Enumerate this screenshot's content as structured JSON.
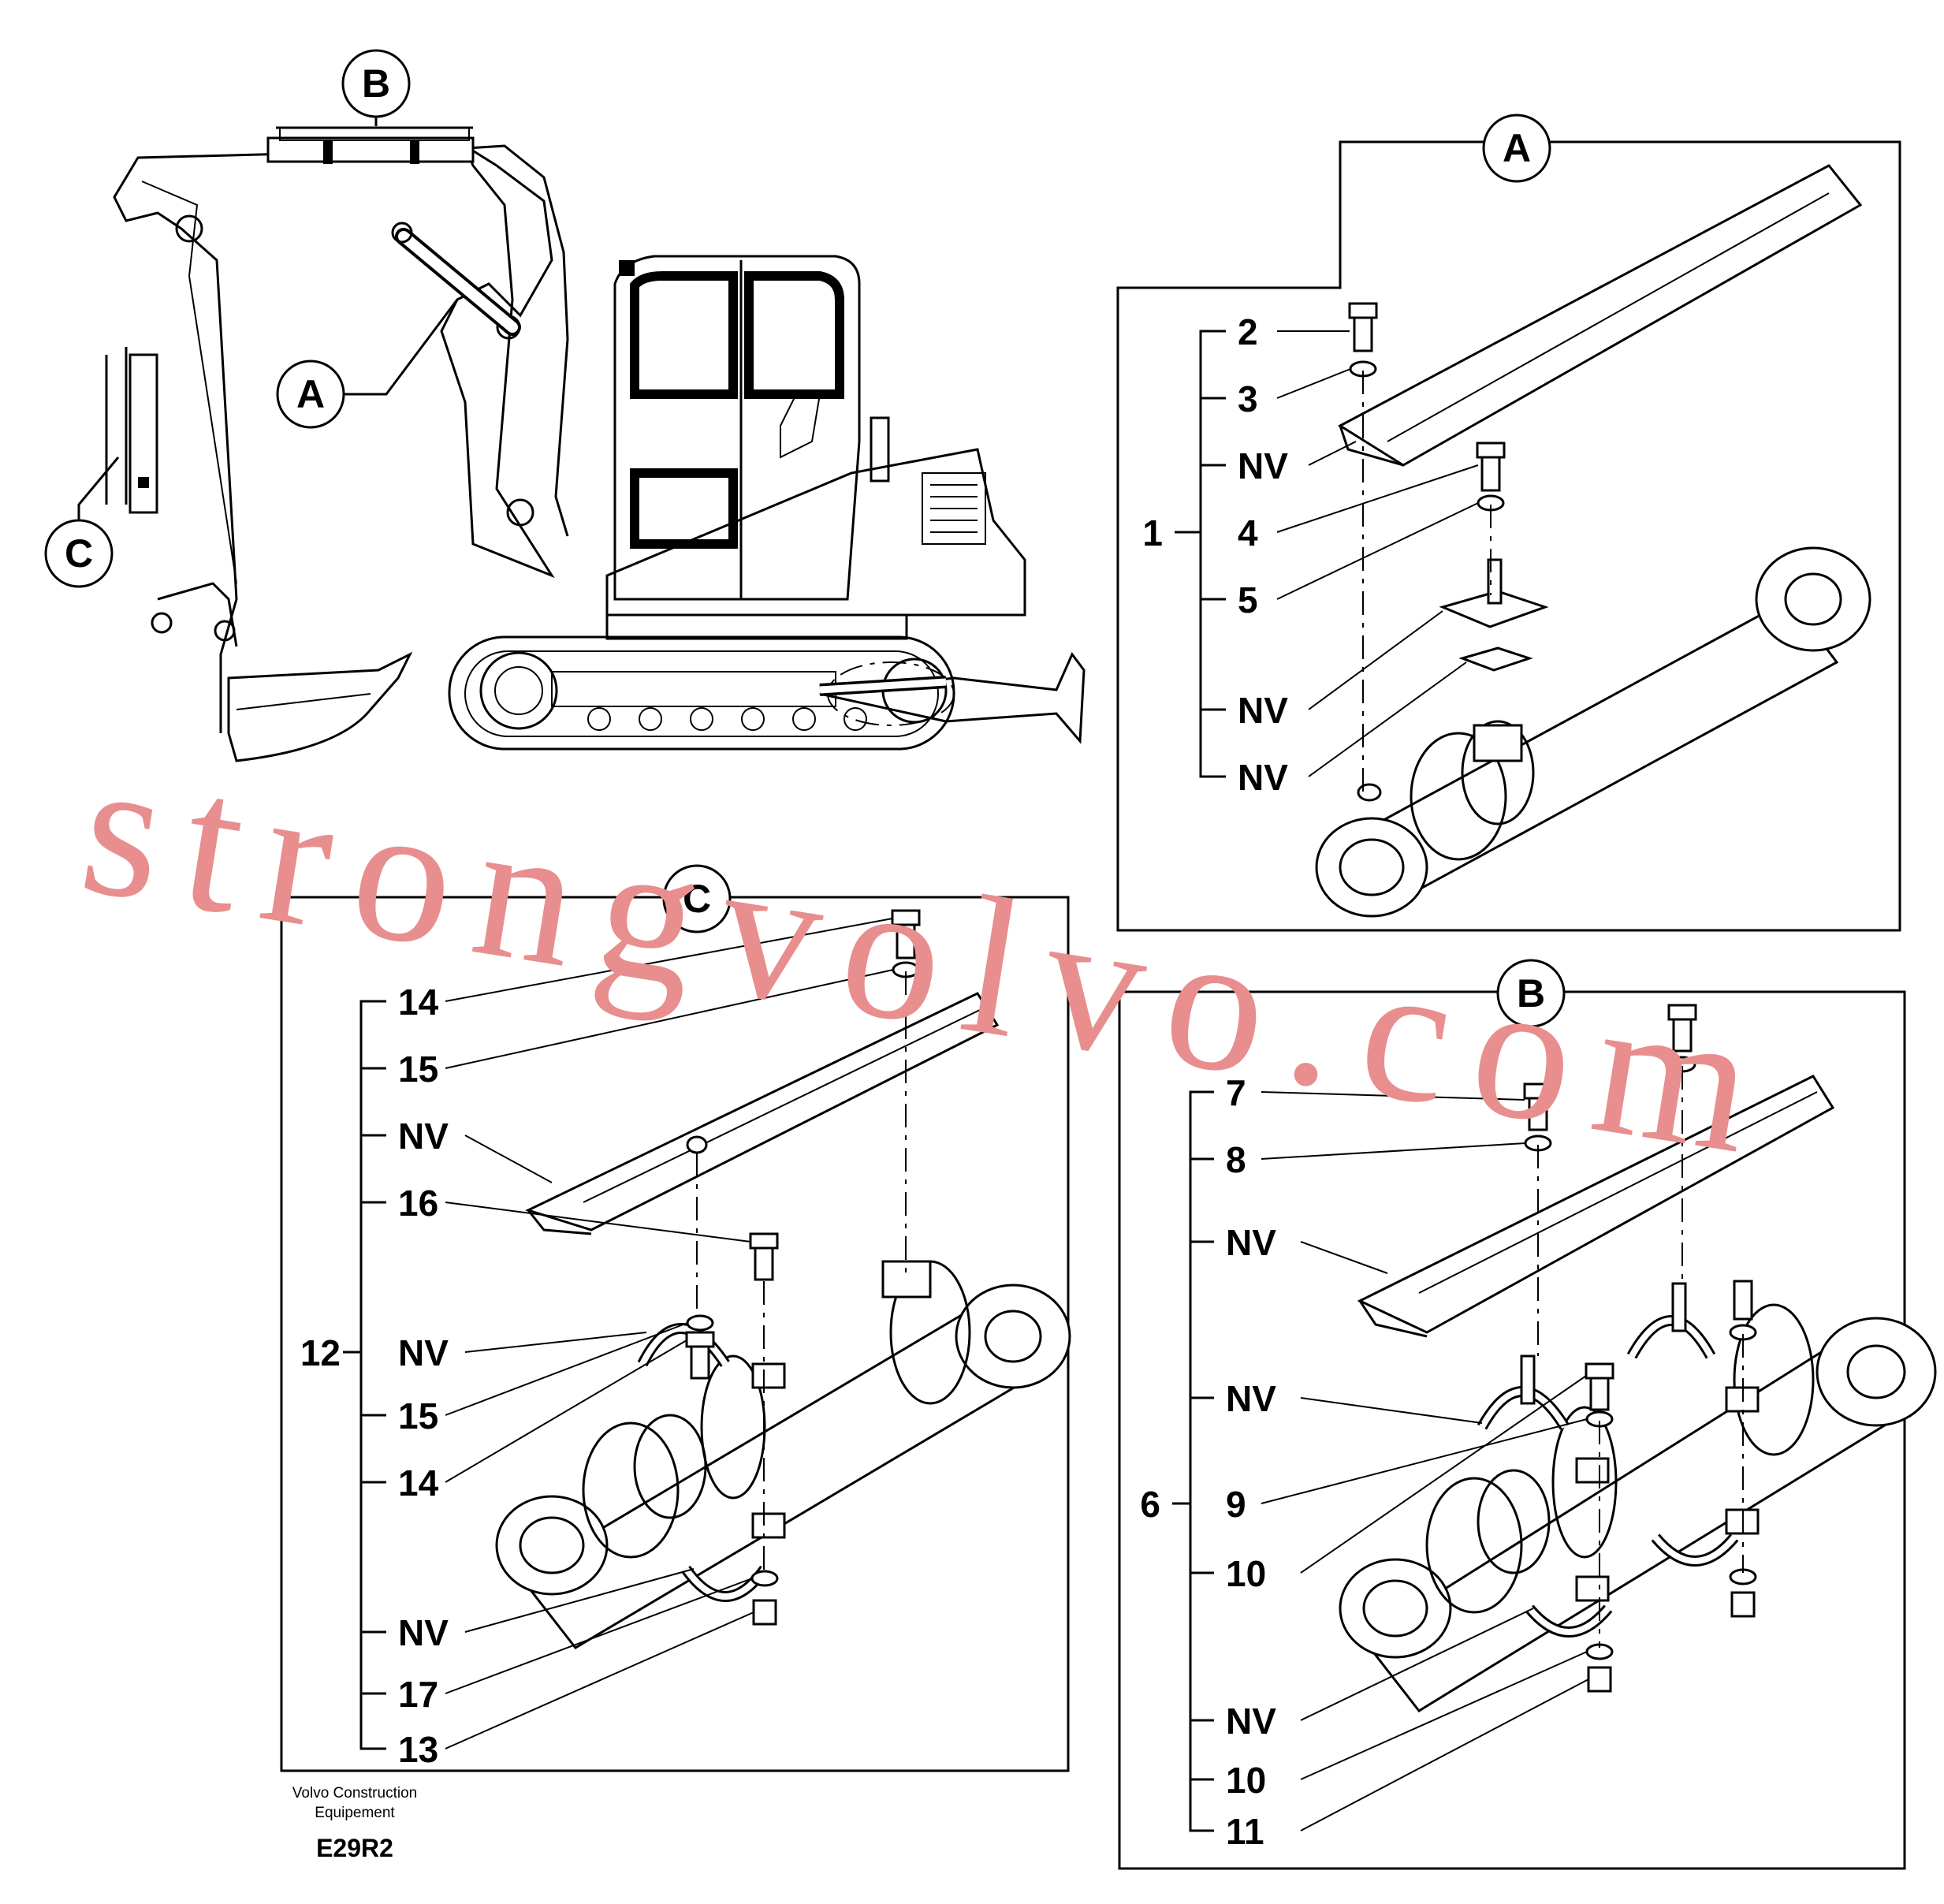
{
  "overview": {
    "views": [
      "B",
      "A",
      "C"
    ]
  },
  "panel_a": {
    "label": "A",
    "group": "1",
    "items": [
      "2",
      "3",
      "NV",
      "4",
      "5",
      "NV",
      "NV"
    ]
  },
  "panel_c": {
    "label": "C",
    "group": "12",
    "items": [
      "14",
      "15",
      "NV",
      "16",
      "NV",
      "15",
      "14",
      "NV",
      "17",
      "13"
    ]
  },
  "panel_b": {
    "label": "B",
    "group": "6",
    "items": [
      "7",
      "8",
      "NV",
      "NV",
      "9",
      "10",
      "NV",
      "10",
      "11"
    ]
  },
  "footer": {
    "line1": "Volvo Construction",
    "line2": "Equipement",
    "code": "E29R2"
  },
  "watermark": {
    "text": "strongvolvo.com",
    "color": "#e88e8e"
  }
}
